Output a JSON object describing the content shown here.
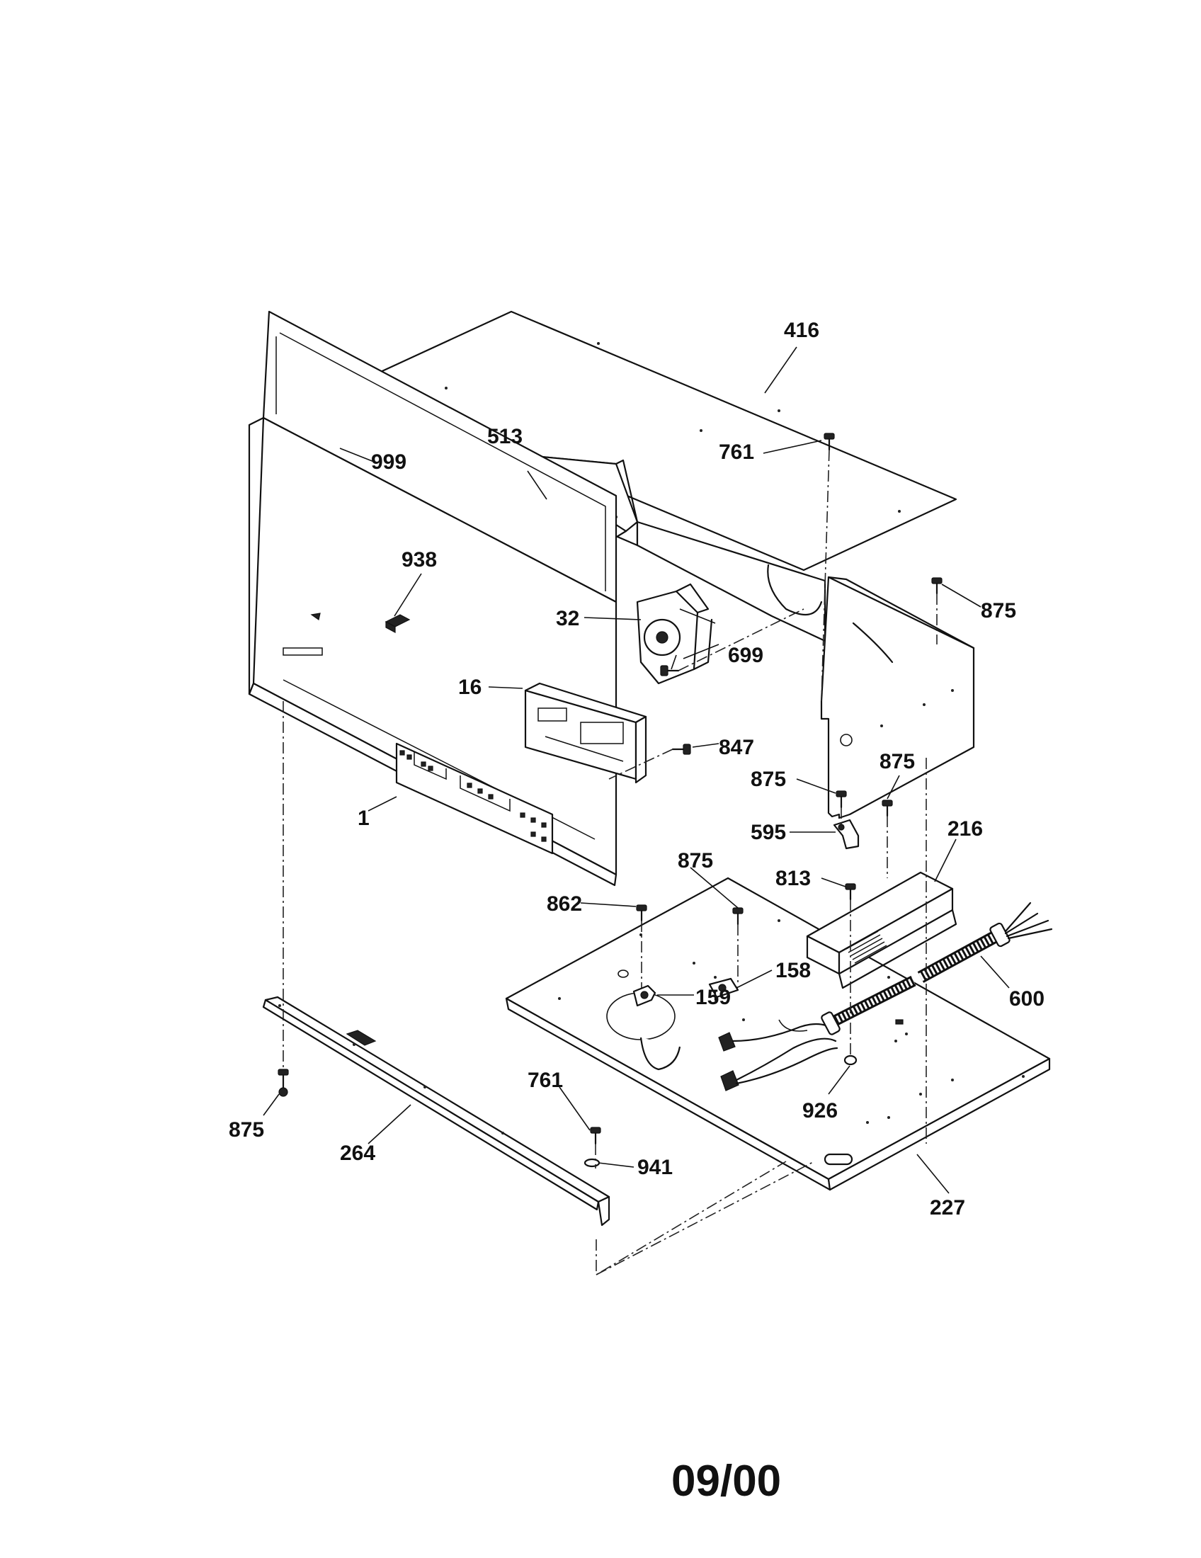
{
  "diagram": {
    "part_labels": {
      "p416": "416",
      "p513": "513",
      "p761_top": "761",
      "p999": "999",
      "p938": "938",
      "p875_right": "875",
      "p32": "32",
      "p699": "699",
      "p16": "16",
      "p847": "847",
      "p875_mid": "875",
      "p875_mid2": "875",
      "p1": "1",
      "p595": "595",
      "p216": "216",
      "p875_base": "875",
      "p813": "813",
      "p862": "862",
      "p158": "158",
      "p600": "600",
      "p159": "159",
      "p761_bottom": "761",
      "p926": "926",
      "p875_left": "875",
      "p264": "264",
      "p941": "941",
      "p227": "227"
    },
    "date_stamp": "09/00"
  }
}
